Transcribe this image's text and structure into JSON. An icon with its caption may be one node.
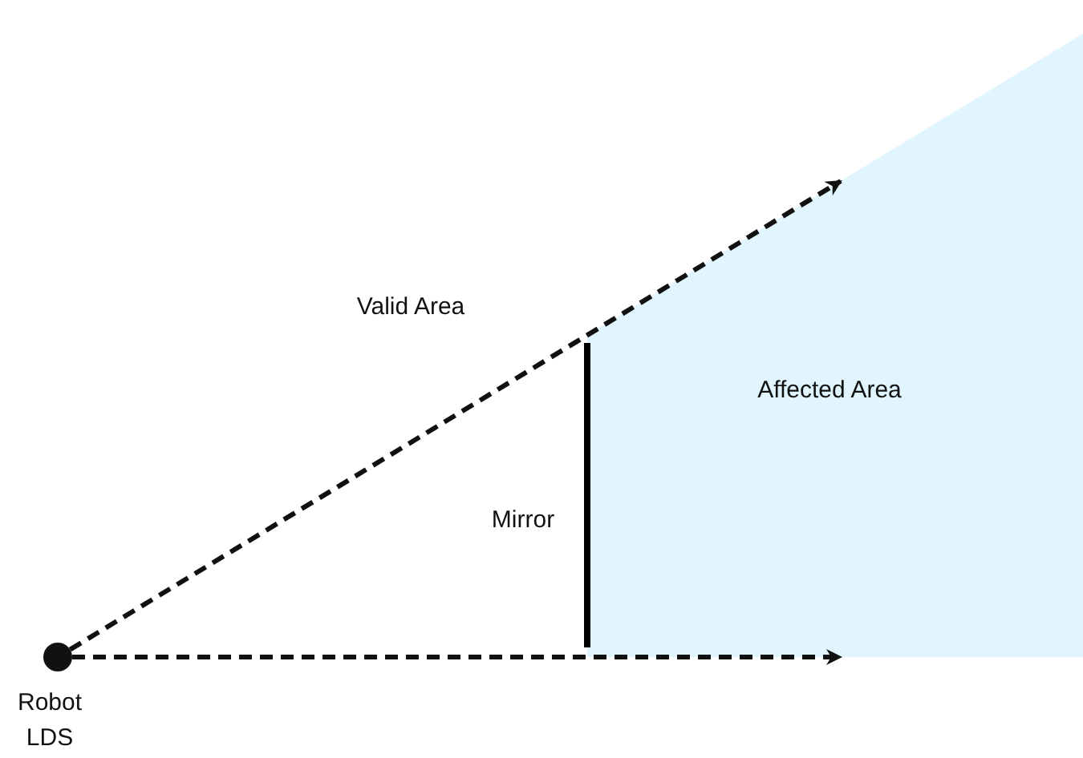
{
  "diagram": {
    "nodes": [
      {
        "text": [],
        "shape": "circle",
        "beside": [
          "Robot LDS"
        ]
      },
      {
        "text": [
          "Affected Area"
        ]
      }
    ],
    "edges": [
      {
        "from": 0,
        "to": 1,
        "arrow": "to",
        "style": "dashed"
      },
      {
        "from": 0,
        "to": 1,
        "arrow": "to",
        "style": "dashed"
      }
    ],
    "labels": [
      "Valid Area",
      "Mirror"
    ]
  }
}
